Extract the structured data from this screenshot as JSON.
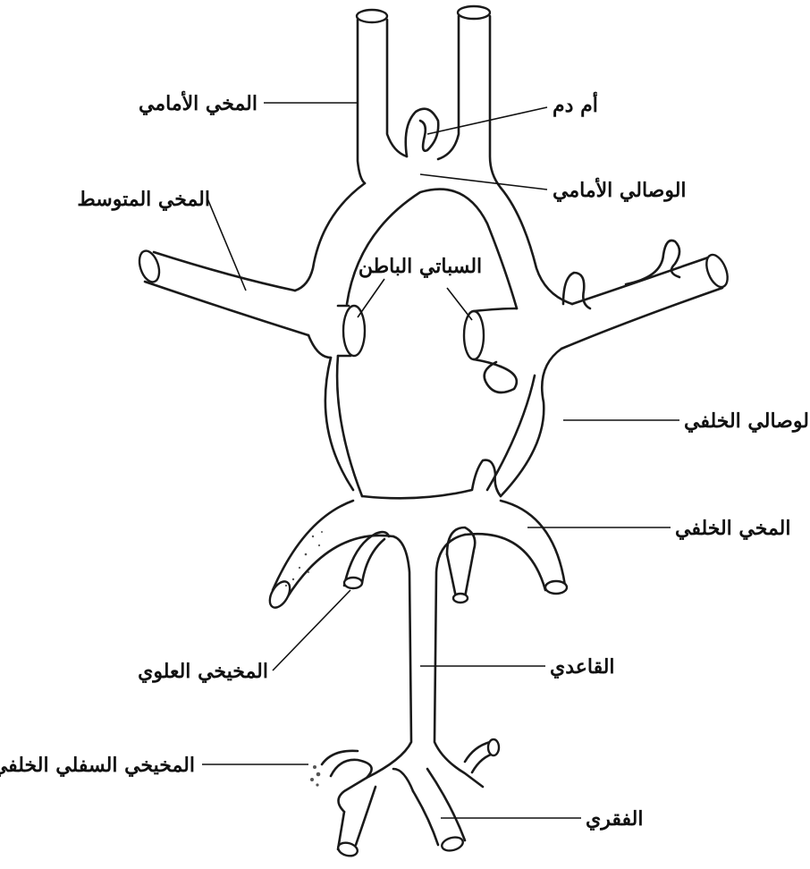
{
  "diagram": {
    "labels": {
      "anterior_cerebral": "المخي الأمامي",
      "aneurysm": "أم دم",
      "anterior_communicating": "الوصالي الأمامي",
      "middle_cerebral": "المخي المتوسط",
      "internal_carotid": "السباتي الباطن",
      "posterior_communicating": "الوصالي الخلفي",
      "posterior_cerebral": "المخي الخلفي",
      "superior_cerebellar": "المخيخي العلوي",
      "basilar": "القاعدي",
      "posterior_inferior_cerebellar": "المخيخي السفلي الخلفي",
      "vertebral": "الفقري"
    },
    "colors": {
      "ink": "#1a1a1a",
      "background": "#ffffff"
    }
  }
}
